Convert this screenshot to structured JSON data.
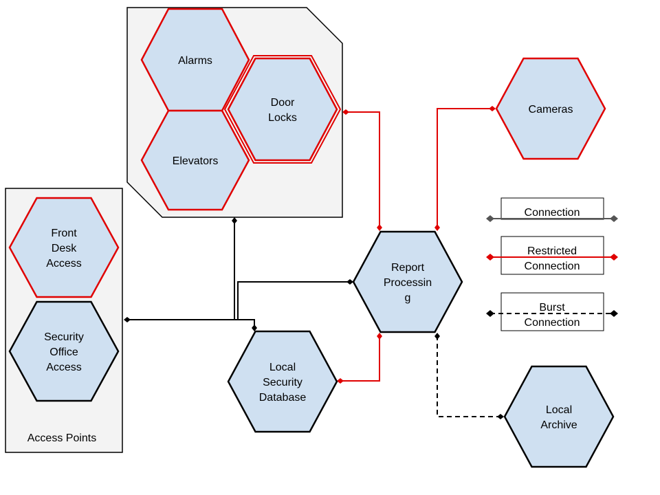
{
  "diagram": {
    "groups": {
      "access_points": {
        "label": "Access Points"
      }
    },
    "nodes": {
      "alarms": {
        "lines": [
          "Alarms"
        ],
        "border": "#e00000"
      },
      "door_locks": {
        "lines": [
          "Door",
          "Locks"
        ],
        "border": "#e00000"
      },
      "elevators": {
        "lines": [
          "Elevators"
        ],
        "border": "#e00000"
      },
      "front_desk": {
        "lines": [
          "Front",
          "Desk",
          "Access"
        ],
        "border": "#e00000"
      },
      "security_office": {
        "lines": [
          "Security",
          "Office",
          "Access"
        ],
        "border": "#000000"
      },
      "cameras": {
        "lines": [
          "Cameras"
        ],
        "border": "#e00000"
      },
      "report_processing": {
        "lines": [
          "Report",
          "Processin",
          "g"
        ],
        "border": "#000000"
      },
      "local_security_db": {
        "lines": [
          "Local",
          "Security",
          "Database"
        ],
        "border": "#000000"
      },
      "local_archive": {
        "lines": [
          "Local",
          "Archive"
        ],
        "border": "#000000"
      }
    },
    "legend": {
      "connection": {
        "lines": [
          "Connection"
        ],
        "color": "#555555"
      },
      "restricted": {
        "lines": [
          "Restricted",
          "Connection"
        ],
        "color": "#e00000"
      },
      "burst": {
        "lines": [
          "Burst",
          "Connection"
        ],
        "color": "#000000"
      }
    },
    "colors": {
      "hex_fill": "#cfe0f1",
      "group_fill": "#f3f3f3",
      "restricted": "#e00000",
      "normal": "#000000"
    }
  }
}
